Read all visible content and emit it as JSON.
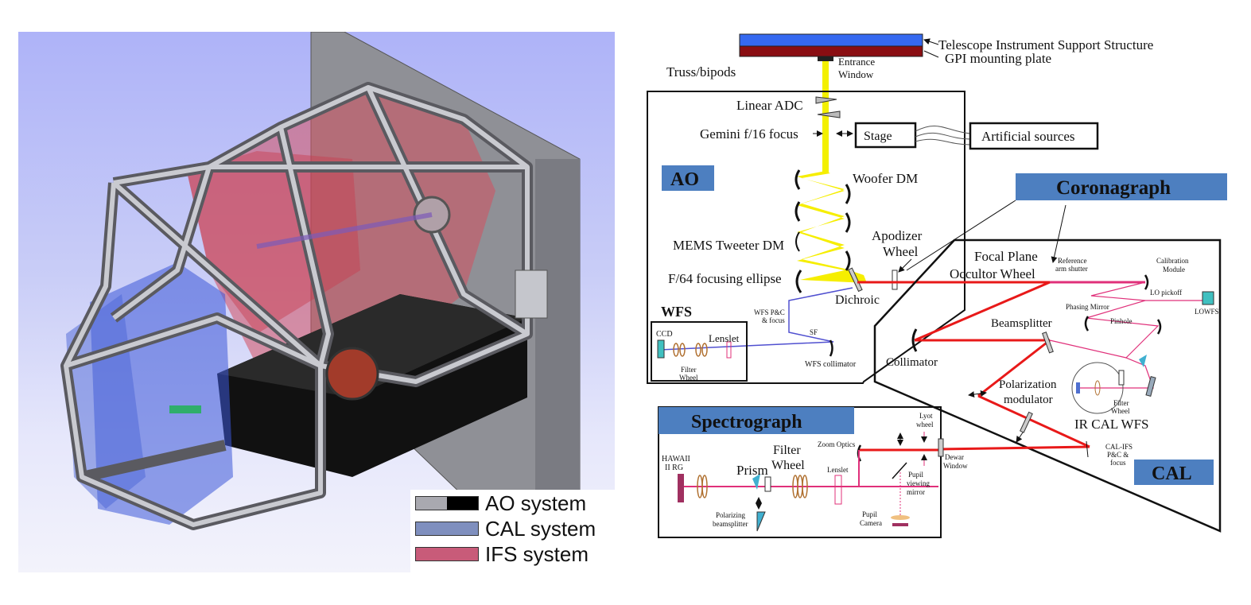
{
  "left_panel": {
    "legend": [
      {
        "label": "AO system",
        "color_a": "#a9a9b0",
        "color_b": "#000000"
      },
      {
        "label": "CAL system",
        "color_a": "#7f8fbe"
      },
      {
        "label": "IFS system",
        "color_a": "#c85b79"
      }
    ]
  },
  "right_panel": {
    "top_labels": {
      "tiss": "Telescope Instrument Support Structure",
      "gpi_plate": "GPI mounting plate",
      "entrance1": "Entrance",
      "entrance2": "Window",
      "truss": "Truss/bipods"
    },
    "ao": {
      "title": "AO",
      "linear_adc": "Linear ADC",
      "gemini_focus": "Gemini f/16 focus",
      "stage": "Stage",
      "artificial_sources": "Artificial sources",
      "woofer": "Woofer  DM",
      "mems": "MEMS Tweeter DM",
      "f64": "F/64 focusing ellipse",
      "apodizer1": "Apodizer",
      "apodizer2": "Wheel",
      "dichroic": "Dichroic"
    },
    "wfs": {
      "title": "WFS",
      "ccd": "CCD",
      "lenslet": "Lenslet",
      "filter1": "Filter",
      "filter2": "Wheel",
      "pc1": "WFS P&C",
      "pc2": "& focus",
      "sf": "SF",
      "collimator": "WFS collimator"
    },
    "coronagraph": {
      "title": "Coronagraph",
      "fpm1": "Focal Plane",
      "fpm2": "Occultor Wheel",
      "beamsplitter": "Beamsplitter",
      "collimator": "Collimator",
      "polmod1": "Polarization",
      "polmod2": "modulator"
    },
    "cal": {
      "title": "CAL",
      "ref1": "Reference",
      "ref2": "arm shutter",
      "calmod1": "Calibration",
      "calmod2": "Module",
      "phasing": "Phasing Mirror",
      "lo_pickoff": "LO pickoff",
      "lowfs": "LOWFS",
      "pinhole": "Pinhole",
      "filter1": "Filter",
      "filter2": "Wheel",
      "ircal": "IR CAL WFS",
      "califs1": "CAL-IFS",
      "califs2": "P&C &",
      "califs3": "focus"
    },
    "spectrograph": {
      "title": "Spectrograph",
      "hawaii1": "HAWAII",
      "hawaii2": "II RG",
      "prism": "Prism",
      "filter1": "Filter",
      "filter2": "Wheel",
      "lenslet": "Lenslet",
      "zoom": "Zoom Optics",
      "lyot1": "Lyot",
      "lyot2": "wheel",
      "dewar1": "Dewar",
      "dewar2": "Window",
      "pupil1": "Pupil",
      "pupil2": "viewing",
      "pupil3": "mirror",
      "pupilcam1": "Pupil",
      "pupilcam2": "Camera",
      "polbs1": "Polarizing",
      "polbs2": "beamsplitter"
    }
  }
}
